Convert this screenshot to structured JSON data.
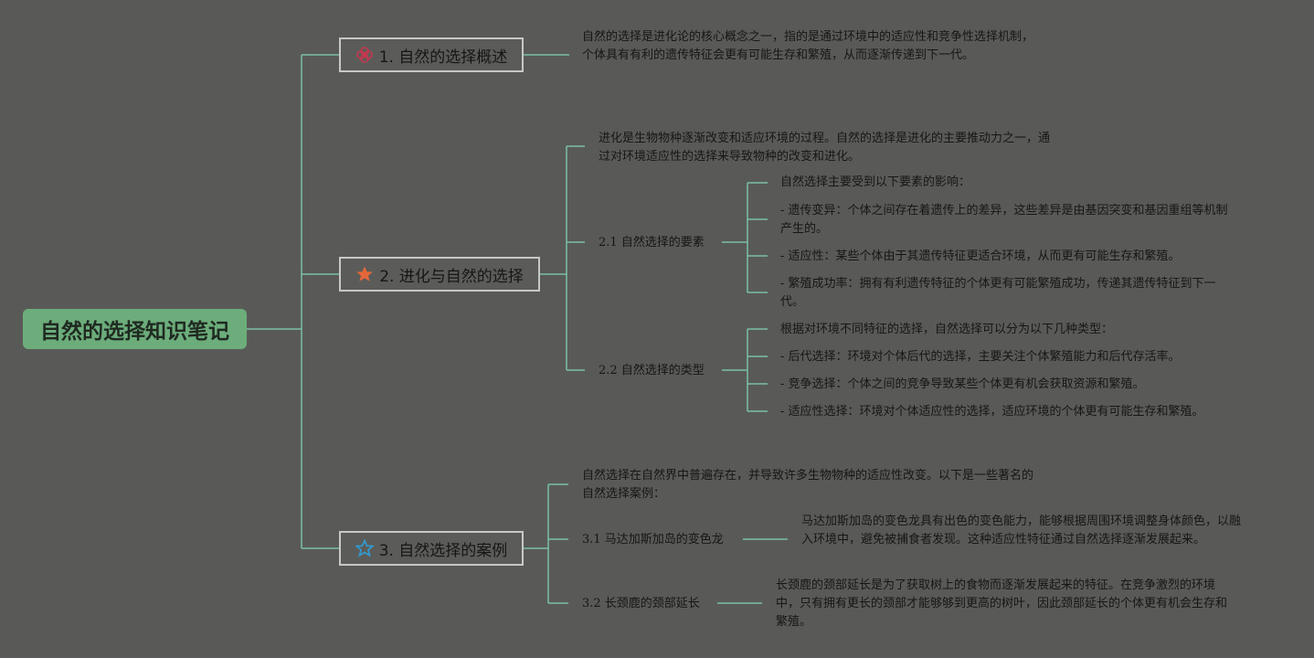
{
  "root": {
    "label": "自然的选择知识笔记"
  },
  "topics": [
    {
      "label": "1. 自然的选择概述",
      "icon": "flower-icon",
      "text": "自然的选择是进化论的核心概念之一，指的是通过环境中的适应性和竞争性选择机制，个体具有有利的遗传特征会更有可能生存和繁殖，从而逐渐传递到下一代。"
    },
    {
      "label": "2. 进化与自然的选择",
      "icon": "star-filled-icon",
      "intro": "进化是生物物种逐渐改变和适应环境的过程。自然的选择是进化的主要推动力之一，通过对环境适应性的选择来导致物种的改变和进化。",
      "subs": [
        {
          "label": "2.1 自然选择的要素",
          "items": [
            "自然选择主要受到以下要素的影响：",
            "- 遗传变异：个体之间存在着遗传上的差异，这些差异是由基因突变和基因重组等机制产生的。",
            "- 适应性：某些个体由于其遗传特征更适合环境，从而更有可能生存和繁殖。",
            "- 繁殖成功率：拥有有利遗传特征的个体更有可能繁殖成功，传递其遗传特征到下一代。"
          ]
        },
        {
          "label": "2.2 自然选择的类型",
          "items": [
            "根据对环境不同特征的选择，自然选择可以分为以下几种类型：",
            "- 后代选择：环境对个体后代的选择，主要关注个体繁殖能力和后代存活率。",
            "- 竞争选择：个体之间的竞争导致某些个体更有机会获取资源和繁殖。",
            "- 适应性选择：环境对个体适应性的选择，适应环境的个体更有可能生存和繁殖。"
          ]
        }
      ]
    },
    {
      "label": "3. 自然选择的案例",
      "icon": "star-outline-icon",
      "intro": "自然选择在自然界中普遍存在，并导致许多生物物种的适应性改变。以下是一些著名的自然选择案例：",
      "subs": [
        {
          "label": "3.1 马达加斯加岛的变色龙",
          "text": "马达加斯加岛的变色龙具有出色的变色能力，能够根据周围环境调整身体颜色，以融入环境中，避免被捕食者发现。这种适应性特征通过自然选择逐渐发展起来。"
        },
        {
          "label": "3.2 长颈鹿的颈部延长",
          "text": "长颈鹿的颈部延长是为了获取树上的食物而逐渐发展起来的特征。在竞争激烈的环境中，只有拥有更长的颈部才能够够到更高的树叶，因此颈部延长的个体更有机会生存和繁殖。"
        }
      ]
    }
  ],
  "colors": {
    "background": "#595a57",
    "connector": "#7bbfa6",
    "root_fill": "#6cad7b",
    "flower": "#c9364e",
    "star_filled": "#e3673a",
    "star_outline": "#2f9ed6"
  }
}
